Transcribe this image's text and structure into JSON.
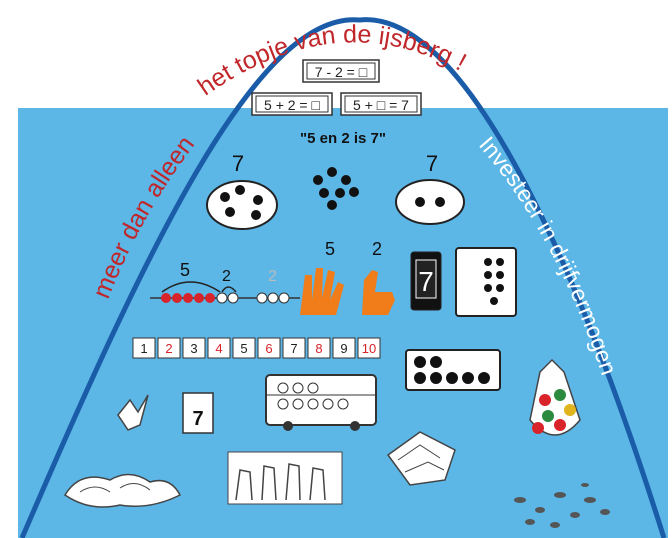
{
  "arc_labels": {
    "top": "het topje van de ijsberg !",
    "left": "meer dan alleen",
    "right": "Investeer in drijfvermogen"
  },
  "equations": {
    "top": "7 - 2 = □",
    "left": "5 + 2 = □",
    "right": "5 + □ = 7",
    "spoken": "\"5  en 2 is   7\""
  },
  "group_numbers": {
    "left": "7",
    "right": "7"
  },
  "abacus": {
    "first": "5",
    "second": "2",
    "ghost": "2"
  },
  "hands": {
    "five": "5",
    "two": "2"
  },
  "card_number": "7",
  "number_line": [
    "1",
    "2",
    "3",
    "4",
    "5",
    "6",
    "7",
    "8",
    "9",
    "10"
  ],
  "colors": {
    "sky": "#ffffff",
    "water": "#5cb6e6",
    "arc": "#1a5ca8",
    "title_red": "#c0262a",
    "white_text": "#ffffff",
    "hand_orange": "#f07d1a",
    "bead_red": "#d8232a"
  },
  "illustrations": [
    "dots-cloud-left",
    "dots-cluster",
    "dots-cloud-right",
    "bead-string",
    "hand-pair",
    "number-card",
    "dot-card",
    "number-line",
    "ten-frame",
    "bird-sketch",
    "child-sketch",
    "bus-sketch",
    "marble-bag",
    "crowd-sketch",
    "blocks-sketch",
    "pebbles-sketch"
  ]
}
